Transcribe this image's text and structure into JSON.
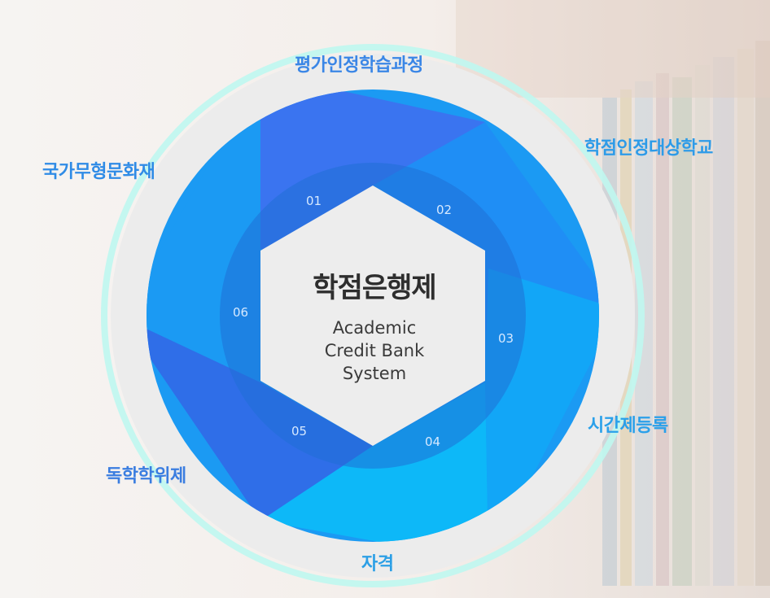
{
  "center": {
    "title": "학점은행제",
    "subtitle": "Academic\nCredit Bank\nSystem"
  },
  "segments": [
    {
      "number": "01",
      "label": "평가인정학습과정",
      "color": "#3a74f0"
    },
    {
      "number": "02",
      "label": "학점인정대상학교",
      "color": "#1f8ef5"
    },
    {
      "number": "03",
      "label": "시간제등록",
      "color": "#12a6f7"
    },
    {
      "number": "04",
      "label": "자격",
      "color": "#0db8f8"
    },
    {
      "number": "05",
      "label": "독학학위제",
      "color": "#2f6ee8"
    },
    {
      "number": "06",
      "label": "국가무형문화재",
      "color": "#1b9af3"
    }
  ],
  "colors": {
    "outer_ring": "#ececec",
    "ring_glow": "#aef5ee",
    "inner_ring": "#1f6fd6",
    "hexagon": "#ededed"
  }
}
